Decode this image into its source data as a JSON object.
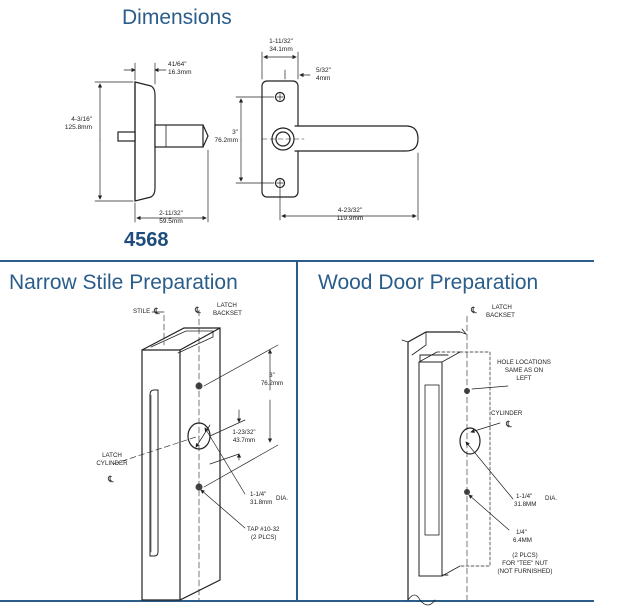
{
  "headings": {
    "dimensions": "Dimensions",
    "model": "4568",
    "narrow_stile": "Narrow Stile Preparation",
    "wood_door": "Wood Door Preparation"
  },
  "dims": {
    "side_depth": [
      "41/64\"",
      "16.3mm"
    ],
    "side_height": [
      "4-3/16\"",
      "125.8mm"
    ],
    "side_proj": [
      "2-11/32\"",
      "59.5mm"
    ],
    "front_width": [
      "1-11/32\"",
      "34.1mm"
    ],
    "front_offset": [
      "5/32\"",
      "4mm"
    ],
    "front_spacing": [
      "3\"",
      "76.2mm"
    ],
    "lever_length": [
      "4-23/32\"",
      "119.9mm"
    ]
  },
  "narrow": {
    "stile": "STILE",
    "latch_backset": [
      "LATCH",
      "BACKSET"
    ],
    "spacing": [
      "3\"",
      "76.2mm"
    ],
    "cyl_offset": [
      "1-23/32\"",
      "43.7mm"
    ],
    "latch_cylinder": [
      "LATCH",
      "CYLINDER"
    ],
    "dia": [
      "1-1/4\"",
      "31.8mm"
    ],
    "dia_word": "DIA.",
    "tap": [
      "TAP #10-32",
      "(2 PLCS)"
    ]
  },
  "wood": {
    "latch_backset": [
      "LATCH",
      "BACKSET"
    ],
    "hole_note": [
      "HOLE LOCATIONS",
      "SAME AS ON",
      "LEFT"
    ],
    "cylinder": "CYLINDER",
    "dia": [
      "1-1/4\"",
      "31.8MM"
    ],
    "dia_word": "DIA.",
    "small": [
      "1/4\"",
      "6.4MM"
    ],
    "tee_note": [
      "(2 PLCS)",
      "FOR \"TEE\" NUT",
      "(NOT FURNISHED)"
    ]
  },
  "colors": {
    "accent": "#2b5d8a",
    "line": "#222222"
  }
}
